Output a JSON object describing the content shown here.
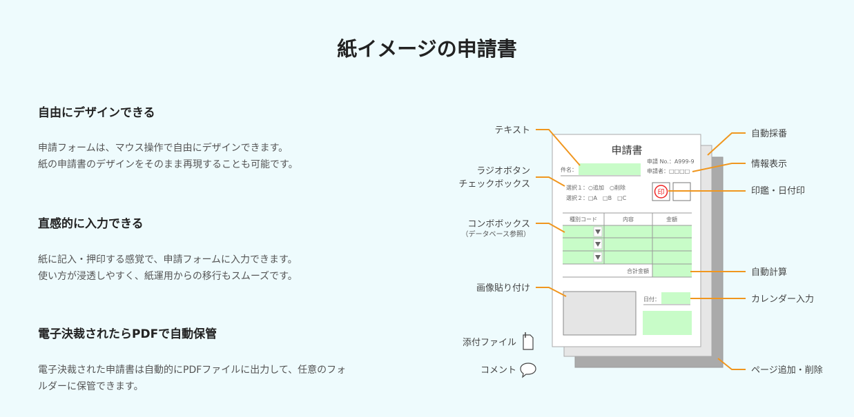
{
  "title": "紙イメージの申請書",
  "sections": [
    {
      "heading": "自由にデザインできる",
      "lines": [
        "申請フォームは、マウス操作で自由にデザインできます。",
        "紙の申請書のデザインをそのまま再現することも可能です。"
      ]
    },
    {
      "heading": "直感的に入力できる",
      "lines": [
        "紙に記入・押印する感覚で、申請フォームに入力できます。",
        "使い方が浸透しやすく、紙運用からの移行もスムーズです。"
      ]
    },
    {
      "heading": "電子決裁されたらPDFで自動保管",
      "lines": [
        "電子決裁された申請書は自動的にPDFファイルに出力して、任意のフォ",
        "ルダーに保管できます。"
      ]
    }
  ],
  "diagram": {
    "form": {
      "title": "申請書",
      "subject_label": "件名：",
      "number": "申請 No.：A999-9",
      "applicant": "申請者：□□□□",
      "stamp": "印",
      "choice1": "選択１：○追加　○削除",
      "choice2": "選択２：□A　□B　□C",
      "columns": [
        "種別コード",
        "内容",
        "金額"
      ],
      "total_label": "合計金額",
      "date_label": "日付："
    },
    "left_labels": {
      "text": "テキスト",
      "radio": "ラジオボタン",
      "checkbox": "チェックボックス",
      "combo": "コンボボックス",
      "combo_sub": "（データベース参照）",
      "image": "画像貼り付け",
      "attachment": "添付ファイル",
      "comment": "コメント"
    },
    "right_labels": {
      "auto_number": "自動採番",
      "info": "情報表示",
      "seal": "印鑑・日付印",
      "auto_calc": "自動計算",
      "calendar": "カレンダー入力",
      "pages": "ページ追加・削除"
    }
  }
}
